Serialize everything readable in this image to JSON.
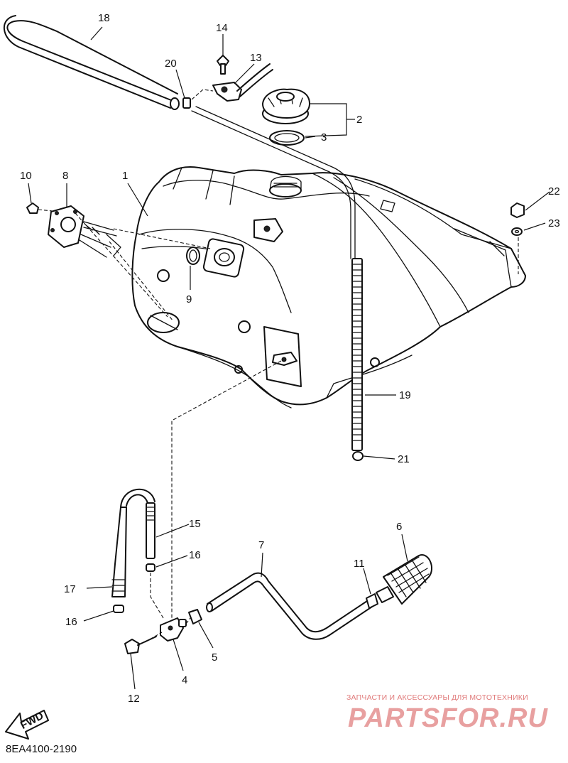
{
  "diagram": {
    "part_code": "8EA4100-2190",
    "fwd_label": "FWD",
    "watermark": {
      "caption": "ЗАПЧАСТИ И АКСЕССУАРЫ ДЛЯ МОТОТЕХНИКИ",
      "logo": "PARTSFOR.RU"
    },
    "callouts": {
      "c1": "1",
      "c2": "2",
      "c3": "3",
      "c4": "4",
      "c5": "5",
      "c6": "6",
      "c7": "7",
      "c8": "8",
      "c9": "9",
      "c10": "10",
      "c11": "11",
      "c12": "12",
      "c13": "13",
      "c14": "14",
      "c15": "15",
      "c16a": "16",
      "c16b": "16",
      "c17": "17",
      "c18": "18",
      "c19": "19",
      "c20": "20",
      "c21": "21",
      "c22": "22",
      "c23": "23"
    }
  }
}
